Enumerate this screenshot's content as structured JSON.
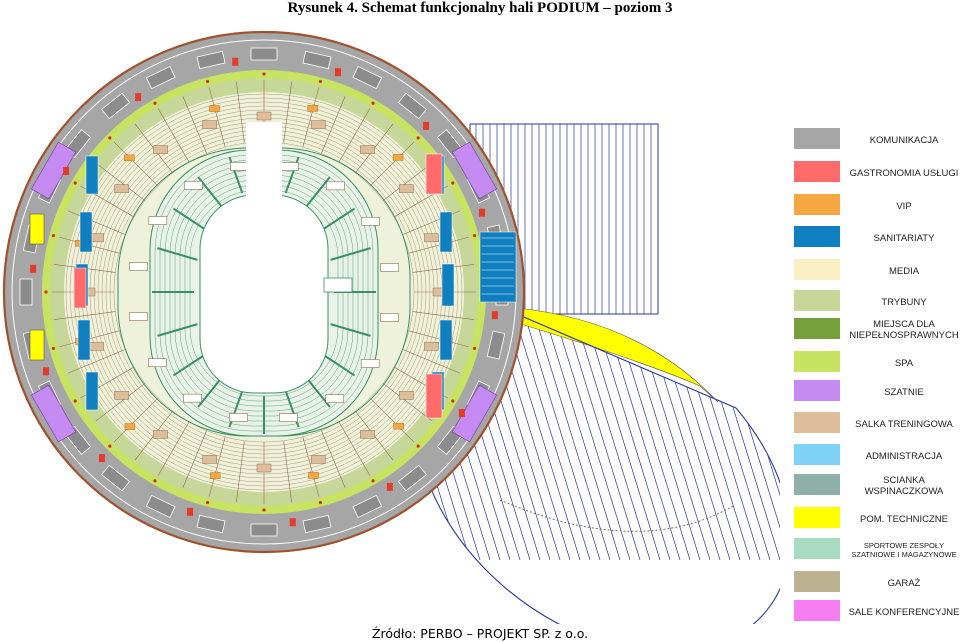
{
  "title": "Rysunek 4. Schemat funkcjonalny hali PODIUM – poziom 3",
  "source": "Źródło: PERBO – PROJEKT SP. z o.o.",
  "colors": {
    "komunikacja": "#a6a6a6",
    "gastronomia": "#ff6b6b",
    "vip": "#f5a742",
    "sanitariaty": "#0f7fc0",
    "media": "#fbefc4",
    "trybuny": "#c7d79a",
    "niepelnosprawni": "#76a03c",
    "spa": "#c8e262",
    "szatnie": "#c58bf2",
    "salka": "#ddbd9a",
    "administracja": "#7fd1f5",
    "scianka": "#8fb0a8",
    "techniczne": "#ffff00",
    "zespoly": "#a8dcc0",
    "garaz": "#bcb191",
    "konferencyjne": "#f77ef2",
    "stands_green": "#3a8f6a",
    "stands_brown": "#a87b55",
    "outline_blue": "#2a3a9a"
  },
  "legend": {
    "items": [
      {
        "label": "KOMUNIKACJA",
        "color": "#a6a6a6"
      },
      {
        "label": "GASTRONOMIA USŁUGI",
        "color": "#ff6b6b"
      },
      {
        "label": "VIP",
        "color": "#f5a742"
      },
      {
        "label": "SANITARIATY",
        "color": "#0f7fc0"
      },
      {
        "label": "MEDIA",
        "color": "#fbefc4"
      },
      {
        "label": "TRYBUNY",
        "color": "#c7d79a"
      },
      {
        "label": "MIEJSCA DLA NIEPEŁNOSPRAWNYCH",
        "color": "#76a03c"
      },
      {
        "label": "SPA",
        "color": "#c8e262"
      },
      {
        "label": "SZATNIE",
        "color": "#c58bf2"
      },
      {
        "label": "SALKA TRENINGOWA",
        "color": "#ddbd9a"
      },
      {
        "label": "ADMINISTRACJA",
        "color": "#7fd1f5"
      },
      {
        "label": "SCIANKA WSPINACZKOWA",
        "color": "#8fb0a8"
      },
      {
        "label": "POM. TECHNICZNE",
        "color": "#ffff00"
      },
      {
        "label": "SPORTOWE ZESPOŁY SZATNIOWE I MAGAZYNOWE",
        "color": "#a8dcc0"
      },
      {
        "label": "GARAŻ",
        "color": "#bcb191"
      },
      {
        "label": "SALE KONFERENCYJNE",
        "color": "#f77ef2"
      }
    ]
  }
}
